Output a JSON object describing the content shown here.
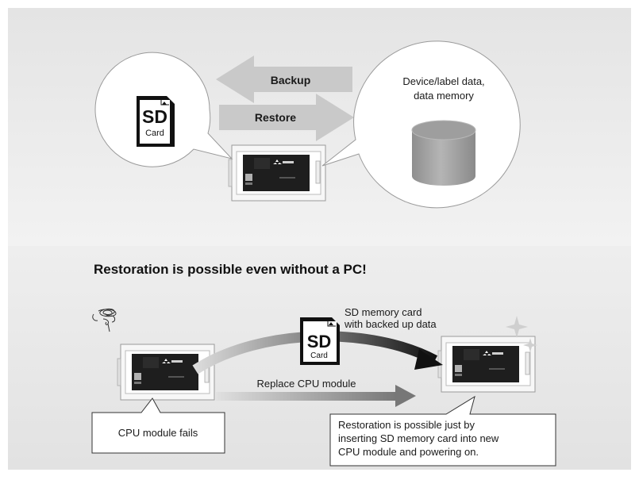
{
  "top": {
    "backup_label": "Backup",
    "restore_label": "Restore",
    "device_text": [
      "Device/label data,",
      "data memory"
    ]
  },
  "sd_card": {
    "line1": "SD",
    "line2": "Card"
  },
  "heading": "Restoration is possible even without a PC!",
  "bottom": {
    "sd_text": [
      "SD memory card",
      "with backed up data"
    ],
    "replace_label": "Replace CPU module",
    "fail_label": "CPU module fails",
    "result_text": [
      "Restoration is possible just by",
      "inserting SD memory card into new",
      "CPU module and powering on."
    ]
  },
  "colors": {
    "background": "#e8e8e8",
    "arrow": "#c9c9c9",
    "dark": "#1a1a1a"
  }
}
